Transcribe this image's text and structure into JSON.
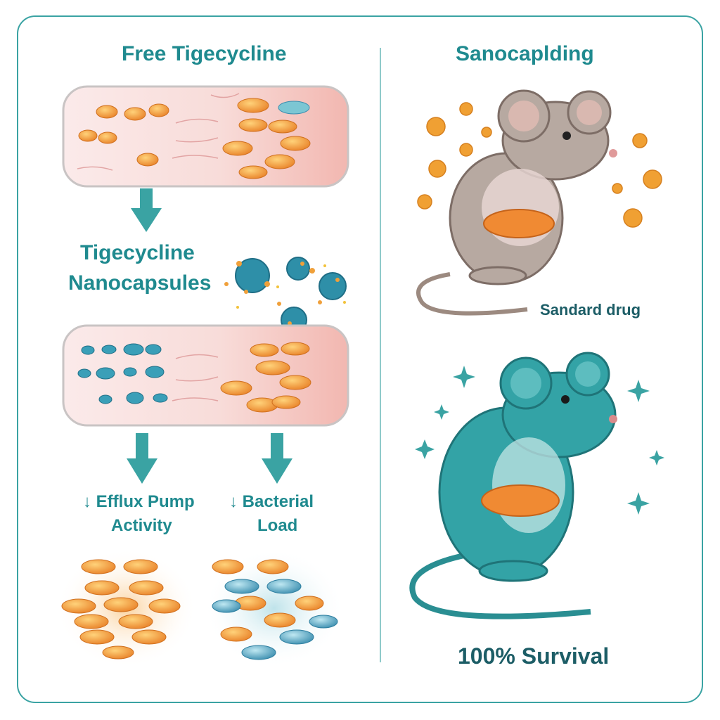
{
  "left_title": "Free Tigecycline",
  "right_title": "Sanocaplding",
  "nanocapsule_label_line1": "Tigecycline",
  "nanocapsule_label_line2": "Nanocapsules",
  "efflux_label_line1": "↓ Efflux Pump",
  "efflux_label_line2": "Activity",
  "bacterial_label_line1": "↓ Bacterial",
  "bacterial_label_line2": "Load",
  "standard_drug_label": "Sandard drug",
  "survival_label": "100% Survival",
  "colors": {
    "accent": "#2a9d9f",
    "bacteria_orange": "#f0952b",
    "bacteria_blue": "#4fa9c4",
    "tissue_pink": "#f4c6c2",
    "mouse_grey": "#b3a49c",
    "mouse_teal": "#2f9ea1"
  }
}
